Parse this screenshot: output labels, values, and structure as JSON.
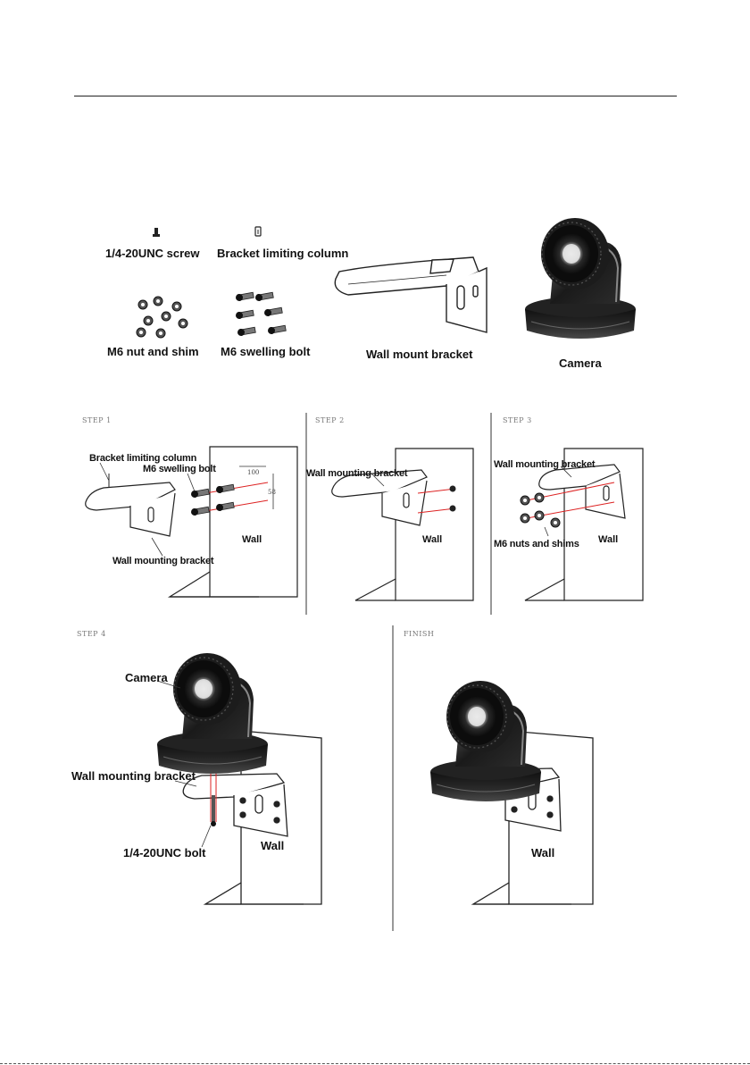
{
  "parts": {
    "screw": "1/4-20UNC screw",
    "column": "Bracket limiting column",
    "nut": "M6 nut and shim",
    "bolt": "M6 swelling bolt",
    "bracket": "Wall mount bracket",
    "camera": "Camera"
  },
  "step1": {
    "title": "STEP 1",
    "column": "Bracket limiting column",
    "bolt": "M6 swelling bolt",
    "dim_h": "100",
    "dim_v": "58",
    "wall": "Wall",
    "bracket": "Wall mounting bracket"
  },
  "step2": {
    "title": "STEP 2",
    "bracket": "Wall mounting bracket",
    "wall": "Wall"
  },
  "step3": {
    "title": "STEP 3",
    "bracket": "Wall mounting bracket",
    "nuts": "M6 nuts and shims",
    "wall": "Wall"
  },
  "step4": {
    "title": "STEP 4",
    "camera": "Camera",
    "bracket": "Wall mounting bracket",
    "bolt": "1/4-20UNC bolt",
    "wall": "Wall"
  },
  "finish": {
    "title": "FINISH",
    "wall": "Wall"
  }
}
